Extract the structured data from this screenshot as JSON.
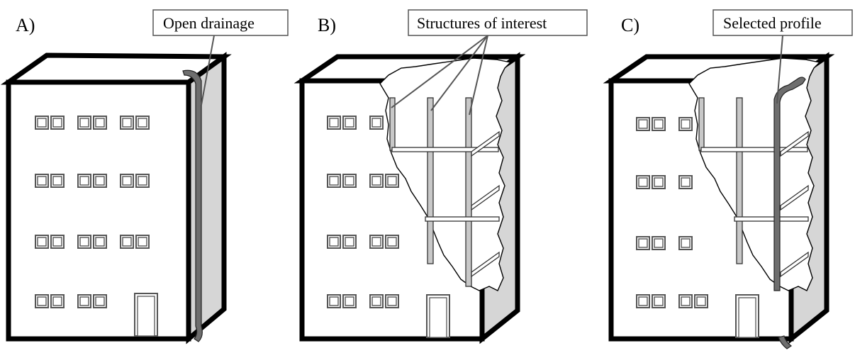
{
  "panels": [
    {
      "letter": "A)",
      "callout": "Open drainage"
    },
    {
      "letter": "B)",
      "callout": "Structures of interest"
    },
    {
      "letter": "C)",
      "callout": "Selected profile"
    }
  ],
  "colors": {
    "outline": "#000000",
    "side_face": "#d6d6d6",
    "drainage_pipe": "#6e6e6e",
    "structural_column": "#c8c8c8",
    "window_frame": "#555555"
  }
}
